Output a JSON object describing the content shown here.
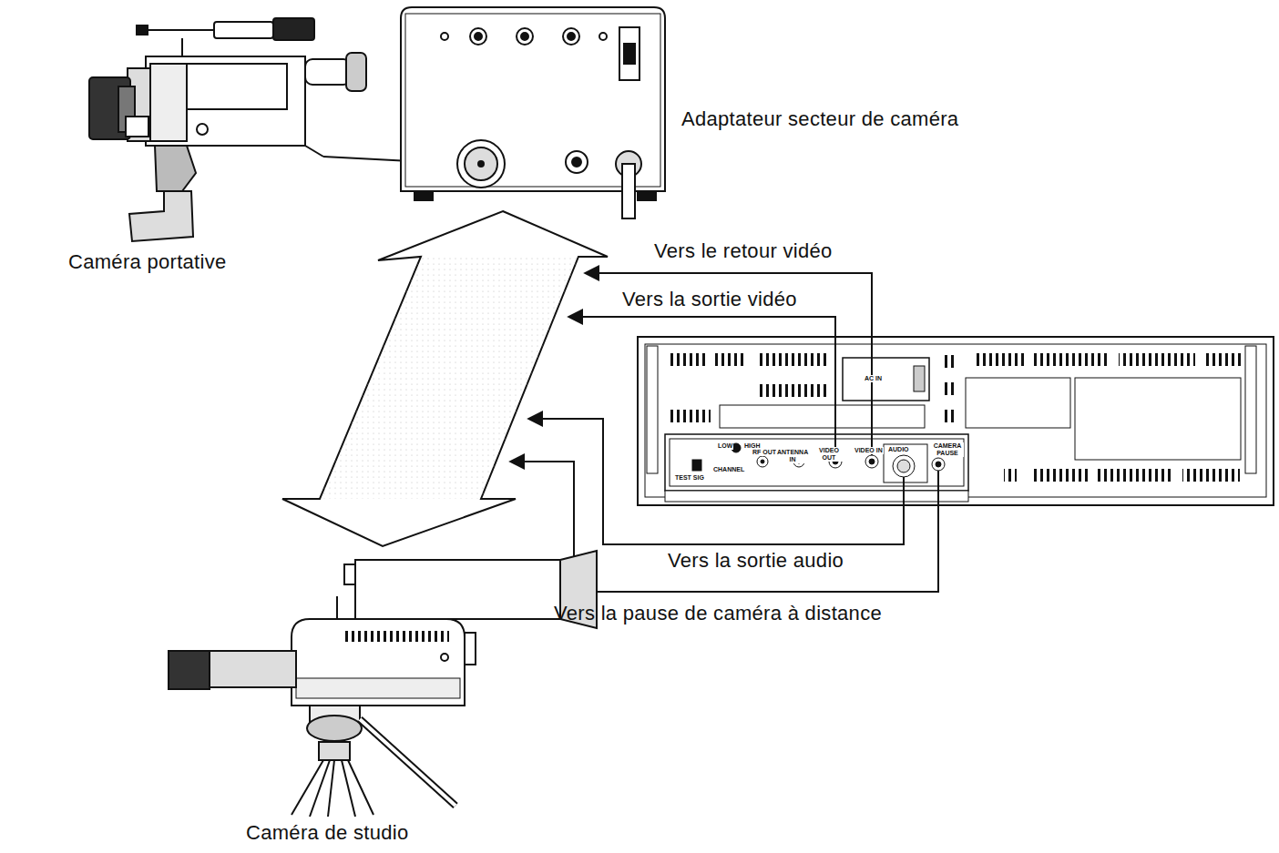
{
  "diagram": {
    "labels": [
      "Caméra portative",
      "Adaptateur secteur de caméra",
      "Vers le retour vidéo",
      "Vers la sortie vidéo",
      "Vers la sortie audio",
      "Vers la pause de caméra à distance",
      "Caméra de studio",
      "LOW",
      "HIGH",
      "RF OUT",
      "ANTENNA IN",
      "VIDEO OUT",
      "VIDEO IN",
      "AUDIO",
      "CAMERA PAUSE",
      "TEST SIG",
      "CHANNEL",
      "AC IN"
    ]
  }
}
